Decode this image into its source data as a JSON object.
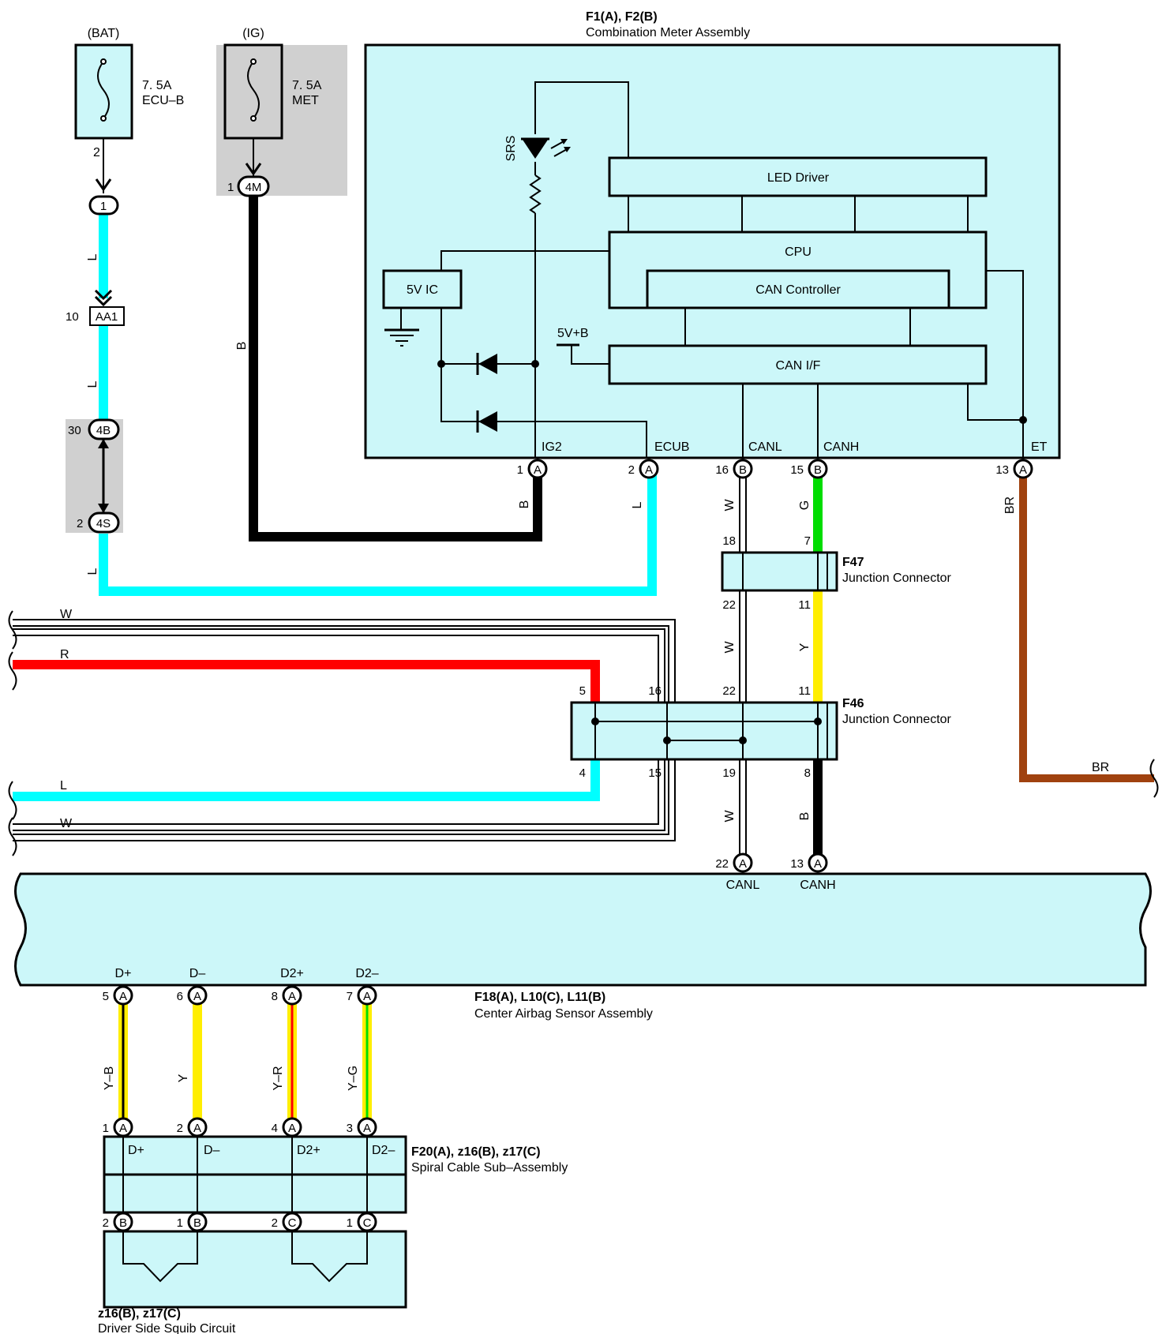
{
  "colors": {
    "light_blue_fill": "#ccf7f9",
    "grey_zone": "#d0d0d0",
    "wire_L": "#00ffff",
    "wire_B": "#000000",
    "wire_G": "#00dd00",
    "wire_Y": "#ffee00",
    "wire_R": "#ff0000",
    "wire_BR": "#a0420f",
    "wire_W": "#ffffff"
  },
  "fuses": {
    "bat": {
      "supply": "(BAT)",
      "rating": "7. 5A",
      "name": "ECU–B",
      "pin": "2"
    },
    "ig": {
      "supply": "(IG)",
      "rating": "7. 5A",
      "name": "MET"
    }
  },
  "connectors": {
    "c1": {
      "label": "1"
    },
    "aa1": {
      "label": "AA1",
      "pin": "10"
    },
    "c4b": {
      "label": "4B",
      "pin": "30"
    },
    "c4s": {
      "label": "4S",
      "pin": "2"
    },
    "c4m": {
      "label": "4M",
      "pin": "1"
    }
  },
  "meter": {
    "code": "F1(A), F2(B)",
    "name": "Combination Meter Assembly",
    "srs": "SRS",
    "led_driver": "LED Driver",
    "cpu": "CPU",
    "can_controller": "CAN Controller",
    "five_v_ic": "5V IC",
    "five_v_b": "5V+B",
    "can_if": "CAN I/F",
    "terminals": [
      {
        "name": "IG2",
        "pin": "1",
        "letter": "A"
      },
      {
        "name": "ECUB",
        "pin": "2",
        "letter": "A"
      },
      {
        "name": "CANL",
        "pin": "16",
        "letter": "B"
      },
      {
        "name": "CANH",
        "pin": "15",
        "letter": "B"
      },
      {
        "name": "ET",
        "pin": "13",
        "letter": "A"
      }
    ]
  },
  "wire_labels": {
    "l": "L",
    "b": "B",
    "w": "W",
    "g": "G",
    "y": "Y",
    "r": "R",
    "br": "BR"
  },
  "f47": {
    "code": "F47",
    "name": "Junction Connector",
    "pins": {
      "top_left": "18",
      "top_right": "7",
      "bottom_left": "22",
      "bottom_right": "11"
    }
  },
  "f46": {
    "code": "F46",
    "name": "Junction Connector",
    "pins": {
      "p5": "5",
      "p16": "16",
      "p22": "22",
      "p11": "11",
      "p4": "4",
      "p15": "15",
      "p19": "19",
      "p8": "8"
    }
  },
  "airbag": {
    "code": "F18(A), L10(C), L11(B)",
    "name": "Center Airbag Sensor Assembly",
    "can_terminals": [
      {
        "name": "CANL",
        "pin": "22",
        "letter": "A"
      },
      {
        "name": "CANH",
        "pin": "13",
        "letter": "A"
      }
    ],
    "squib_terminals": [
      {
        "name": "D+",
        "pin": "5",
        "letter": "A",
        "wire": "Y–B"
      },
      {
        "name": "D–",
        "pin": "6",
        "letter": "A",
        "wire": "Y"
      },
      {
        "name": "D2+",
        "pin": "8",
        "letter": "A",
        "wire": "Y–R"
      },
      {
        "name": "D2–",
        "pin": "7",
        "letter": "A",
        "wire": "Y–G"
      }
    ]
  },
  "spiral": {
    "code": "F20(A), z16(B), z17(C)",
    "name": "Spiral Cable Sub–Assembly",
    "top_pins": [
      {
        "pin": "1",
        "letter": "A",
        "name": "D+"
      },
      {
        "pin": "2",
        "letter": "A",
        "name": "D–"
      },
      {
        "pin": "4",
        "letter": "A",
        "name": "D2+"
      },
      {
        "pin": "3",
        "letter": "A",
        "name": "D2–"
      }
    ],
    "bottom_pins": [
      {
        "pin": "2",
        "letter": "B"
      },
      {
        "pin": "1",
        "letter": "B"
      },
      {
        "pin": "2",
        "letter": "C"
      },
      {
        "pin": "1",
        "letter": "C"
      }
    ]
  },
  "squib": {
    "code": "z16(B), z17(C)",
    "name": "Driver Side Squib Circuit"
  }
}
